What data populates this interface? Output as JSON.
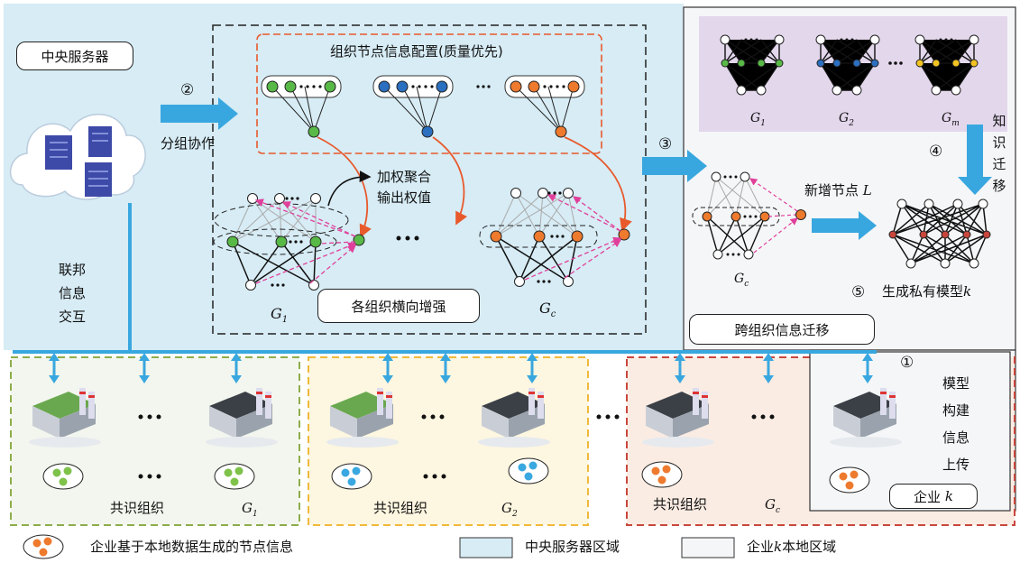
{
  "central": {
    "server_label": "中央服务器",
    "step2_num": "②",
    "step2_label": "分组协作",
    "config_title": "组织节点信息配置(质量优先)",
    "aggregate_line1": "加权聚合",
    "aggregate_line2": "输出权值",
    "enhance_label": "各组织横向增强",
    "g1_label": "G",
    "g1_sub": "1",
    "gc_label": "G",
    "gc_sub": "c",
    "federated_chars": [
      "联",
      "邦",
      "信",
      "息",
      "交",
      "互"
    ],
    "step3_num": "③"
  },
  "enterprise_k": {
    "step4_num": "④",
    "transfer_chars": [
      "知",
      "识",
      "迁",
      "移"
    ],
    "g_labels": [
      {
        "main": "G",
        "sub": "1"
      },
      {
        "main": "G",
        "sub": "2"
      },
      {
        "main": "G",
        "sub": "m"
      }
    ],
    "new_node_label": "新增节点",
    "new_node_var": "L",
    "gc_main": "G",
    "gc_sub": "c",
    "step5_num": "⑤",
    "private_model_label": "生成私有模型",
    "private_model_var": "k",
    "cross_org_label": "跨组织信息迁移",
    "step1_num": "①",
    "upload_chars": [
      "模型",
      "构建",
      "信息",
      "上传"
    ],
    "enterprise_label": "企业",
    "enterprise_var": "k"
  },
  "bottom_groups": [
    {
      "label": "共识组织",
      "g_main": "G",
      "g_sub": "1",
      "border": "#8cad4a",
      "fill": "#f3f6ee",
      "dot": "#7ec24a"
    },
    {
      "label": "共识组织",
      "g_main": "G",
      "g_sub": "2",
      "border": "#f0b93a",
      "fill": "#fdf6e0",
      "dot": "#3aa8e0"
    },
    {
      "label": "共识组织",
      "g_main": "G",
      "g_sub": "c",
      "border": "#c9463c",
      "fill": "#fbece3",
      "dot": "#ee7a2e"
    }
  ],
  "legend": {
    "node_info": "企业基于本地数据生成的节点信息",
    "central_region": "中央服务器区域",
    "enterprise_region_prefix": "企业",
    "enterprise_region_var": "k",
    "enterprise_region_suffix": "本地区域"
  },
  "colors": {
    "central_bg": "#d7ecf5",
    "arrow_blue": "#39a7df",
    "config_border": "#e8592c",
    "purple_bg": "#e3d7ec",
    "green": "#58b947",
    "blue": "#2b6fc0",
    "orange": "#ee7a2e",
    "yellow": "#f2c322",
    "magenta": "#e0409a"
  }
}
